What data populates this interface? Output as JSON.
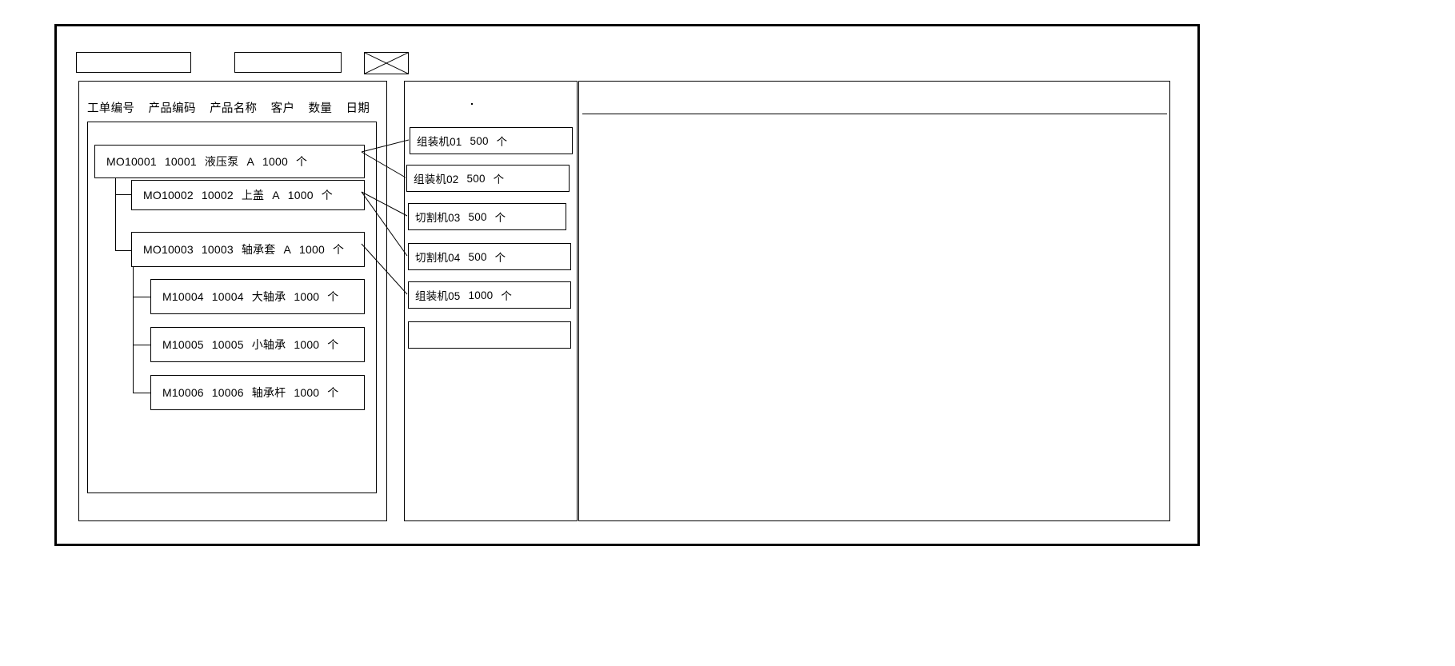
{
  "window": {
    "title_bar_present": true
  },
  "toolbar": {
    "field_1_value": "",
    "field_1_placeholder": "",
    "field_2_value": "",
    "field_2_placeholder": "",
    "image_placeholder_label": "image-placeholder-x"
  },
  "work_order_panel": {
    "columns": [
      "工单编号",
      "产品编码",
      "产品名称",
      "客户",
      "数量",
      "日期"
    ],
    "tree": [
      {
        "level": 0,
        "order_no": "MO10001",
        "product_code": "10001",
        "product_name": "液压泵",
        "customer": "A",
        "quantity": "1000",
        "unit": "个"
      },
      {
        "level": 1,
        "order_no": "MO10002",
        "product_code": "10002",
        "product_name": "上盖",
        "customer": "A",
        "quantity": "1000",
        "unit": "个"
      },
      {
        "level": 1,
        "order_no": "MO10003",
        "product_code": "10003",
        "product_name": "轴承套",
        "customer": "A",
        "quantity": "1000",
        "unit": "个"
      },
      {
        "level": 2,
        "order_no": "M10004",
        "product_code": "10004",
        "product_name": "大轴承",
        "customer": "",
        "quantity": "1000",
        "unit": "个"
      },
      {
        "level": 2,
        "order_no": "M10005",
        "product_code": "10005",
        "product_name": "小轴承",
        "customer": "",
        "quantity": "1000",
        "unit": "个"
      },
      {
        "level": 2,
        "order_no": "M10006",
        "product_code": "10006",
        "product_name": "轴承杆",
        "customer": "",
        "quantity": "1000",
        "unit": "个"
      }
    ]
  },
  "machine_panel": {
    "items": [
      {
        "machine": "组装机01",
        "quantity": "500",
        "unit": "个"
      },
      {
        "machine": "组装机02",
        "quantity": "500",
        "unit": "个"
      },
      {
        "machine": "切割机03",
        "quantity": "500",
        "unit": "个"
      },
      {
        "machine": "切割机04",
        "quantity": "500",
        "unit": "个"
      },
      {
        "machine": "组装机05",
        "quantity": "1000",
        "unit": "个"
      },
      {
        "machine": "",
        "quantity": "",
        "unit": ""
      }
    ]
  },
  "detail_panel": {
    "content": ""
  },
  "colors": {
    "stroke": "#000000",
    "background": "#ffffff"
  }
}
